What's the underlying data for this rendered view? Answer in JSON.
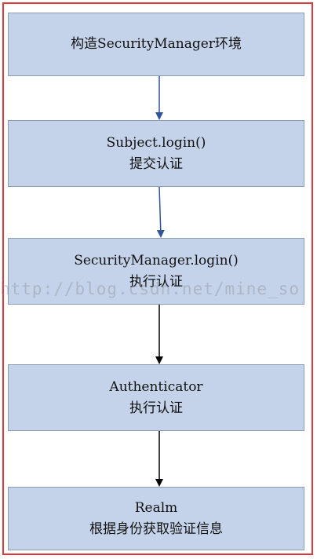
{
  "steps": [
    {
      "line1": "构造SecurityManager环境",
      "line2": ""
    },
    {
      "line1": "Subject.login()",
      "line2": "提交认证"
    },
    {
      "line1": "SecurityManager.login()",
      "line2": "执行认证"
    },
    {
      "line1": "Authenticator",
      "line2": "执行认证"
    },
    {
      "line1": "Realm",
      "line2": "根据身份获取验证信息"
    }
  ],
  "watermark": "http://blog.csdn.net/mine_so",
  "colors": {
    "box_fill": "#c5d3ea",
    "box_border": "#8a9bb4",
    "frame_border": "#e0383a",
    "arrow_blue": "#2f5597",
    "arrow_black": "#000000"
  }
}
